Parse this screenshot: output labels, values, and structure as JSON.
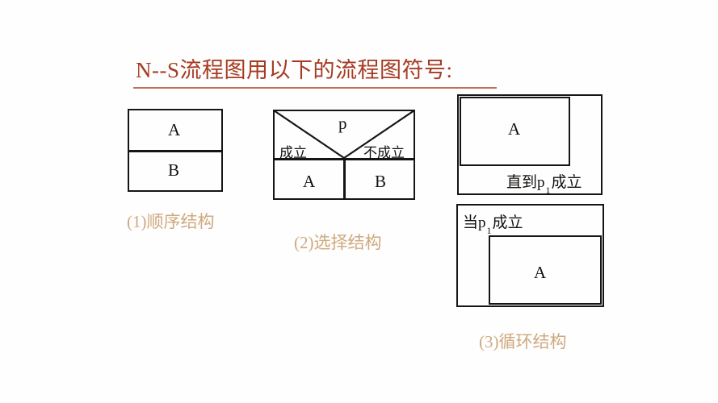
{
  "page": {
    "title": "N--S流程图用以下的流程图符号:",
    "background_color": "#fefefe",
    "title_color": "#a63b22",
    "caption_color": "#cfa97e",
    "line_color": "#151515"
  },
  "figures": [
    {
      "id": "sequence-structure",
      "caption": "(1)顺序结构",
      "cells": [
        {
          "label": "A"
        },
        {
          "label": "B"
        }
      ]
    },
    {
      "id": "selection-structure",
      "caption": "(2)选择结构",
      "condition": "p",
      "true_label": "成立",
      "false_label": "不成立",
      "true_branch": "A",
      "false_branch": "B"
    },
    {
      "id": "loop-structure",
      "caption": "(3)循环结构",
      "until_loop": {
        "body": "A",
        "condition_prefix": "直到p",
        "condition_subscript": "1",
        "condition_suffix": "成立"
      },
      "while_loop": {
        "body": "A",
        "condition_prefix": "当p",
        "condition_subscript": "1",
        "condition_suffix": "成立"
      }
    }
  ]
}
